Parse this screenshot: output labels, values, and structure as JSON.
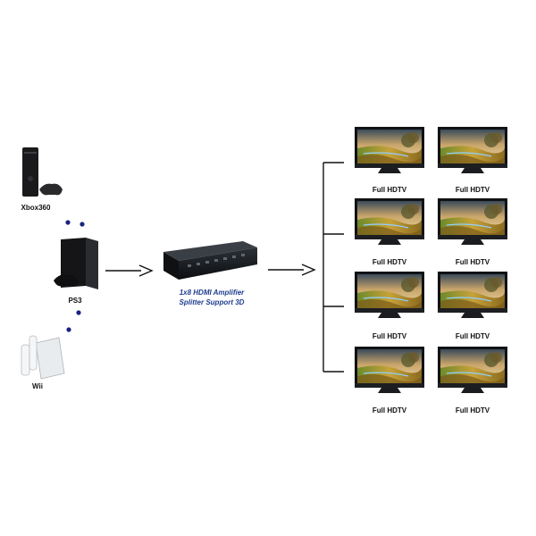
{
  "sources": [
    {
      "label": "Xbox360"
    },
    {
      "label": "PS3"
    },
    {
      "label": "Wii"
    }
  ],
  "splitter": {
    "label_line1": "1x8 HDMI Amplifier",
    "label_line2": "Splitter Support 3D"
  },
  "displays": [
    {
      "label": "Full HDTV"
    },
    {
      "label": "Full HDTV"
    },
    {
      "label": "Full HDTV"
    },
    {
      "label": "Full HDTV"
    },
    {
      "label": "Full HDTV"
    },
    {
      "label": "Full HDTV"
    },
    {
      "label": "Full HDTV"
    },
    {
      "label": "Full HDTV"
    }
  ],
  "colors": {
    "dots": "#1a237e",
    "label_blue": "#1f3d8f",
    "connector": "#111111"
  }
}
